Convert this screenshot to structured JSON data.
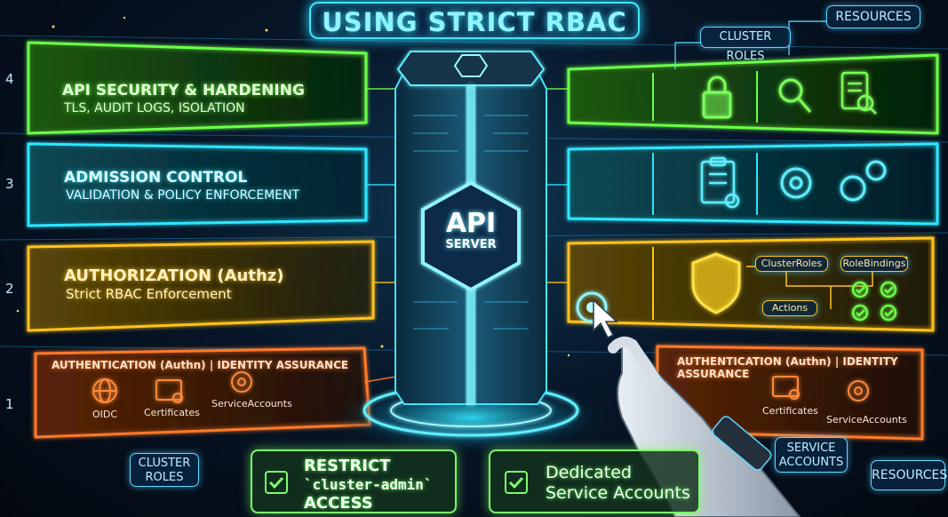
{
  "title": "USING STRICT RBAC",
  "layers": [
    {
      "number": "4",
      "title": "API SECURITY & HARDENING",
      "subtitle": "TLS, AUDIT LOGS, ISOLATION"
    },
    {
      "number": "3",
      "title": "ADMISSION CONTROL",
      "subtitle": "VALIDATION & POLICY ENFORCEMENT"
    },
    {
      "number": "2",
      "title": "AUTHORIZATION (Authz)",
      "subtitle": "Strict RBAC Enforcement"
    },
    {
      "number": "1",
      "title": "AUTHENTICATION (Authn) | IDENTITY ASSURANCE",
      "items": [
        "OIDC",
        "Certificates",
        "ServiceAccounts"
      ]
    }
  ],
  "right_auth": {
    "title": "AUTHENTICATION (Authn) | IDENTITY ASSURANCE",
    "items": [
      "Certificates",
      "ServiceAccounts"
    ]
  },
  "rbac_flow": {
    "cluster_roles": "ClusterRoles",
    "role_bindings": "RoleBindings",
    "actions": "Actions"
  },
  "api_server": {
    "line1": "API",
    "line2": "SERVER"
  },
  "tags": {
    "cluster_roles_top": "CLUSTER ROLES",
    "resources_top": "RESOURCES",
    "cluster_roles_bottom_1": "CLUSTER",
    "cluster_roles_bottom_2": "ROLES",
    "service_accounts_1": "SERVICE",
    "service_accounts_2": "ACCOUNTS",
    "resources_bottom": "RESOURCES"
  },
  "bottom_buttons": [
    {
      "lines": [
        "RESTRICT",
        "`cluster-admin`",
        "ACCESS"
      ]
    },
    {
      "lines": [
        "Dedicated",
        "Service Accounts"
      ]
    }
  ],
  "colors": {
    "green": "#6dff4a",
    "cyan": "#2ee6ff",
    "yellow": "#ffc21a",
    "orange": "#ff7a2a",
    "title": "#3fe6ff"
  },
  "icons": [
    "lock-icon",
    "search-icon",
    "document-search-icon",
    "clipboard-check-icon",
    "gear-icon",
    "gears-icon",
    "shield-icon",
    "globe-icon",
    "certificate-icon",
    "service-account-icon",
    "robot-hand-icon",
    "cursor-icon"
  ]
}
